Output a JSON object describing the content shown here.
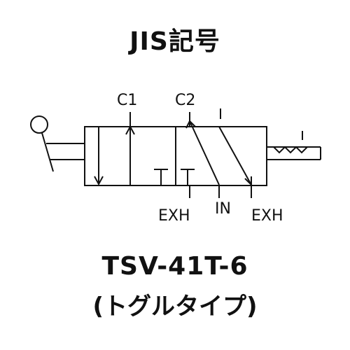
{
  "title": "JIS記号",
  "symbol": {
    "port_c1": "C1",
    "port_c2": "C2",
    "port_exh_left": "EXH",
    "port_in": "IN",
    "port_exh_right": "EXH"
  },
  "model": "TSV-41T-6",
  "type_label": "(トグルタイプ)"
}
